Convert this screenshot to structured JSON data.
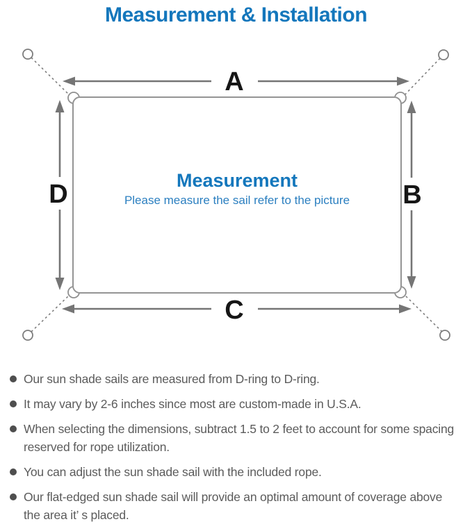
{
  "title": "Measurement & Installation",
  "diagram": {
    "labels": {
      "top": "A",
      "right": "B",
      "bottom": "C",
      "left": "D"
    },
    "center_heading": "Measurement",
    "center_subtitle": "Please measure the sail refer to the picture"
  },
  "notes": [
    "Our sun shade sails are measured from D-ring to D-ring.",
    "It may vary by 2-6 inches since most are custom-made in U.S.A.",
    "When selecting the dimensions, subtract 1.5 to 2 feet to account for some spacing\nreserved for rope utilization.",
    "You can adjust the sun shade sail with the included rope.",
    "Our flat-edged sun shade sail will provide an optimal amount of coverage above\nthe area it’ s placed."
  ],
  "colors": {
    "accent_blue": "#1477bc",
    "subtitle_blue": "#2b7fc0",
    "diagram_gray": "#8f8f8f",
    "arrow_gray": "#757575",
    "label_black": "#161616",
    "text_gray": "#5b5b5b"
  }
}
